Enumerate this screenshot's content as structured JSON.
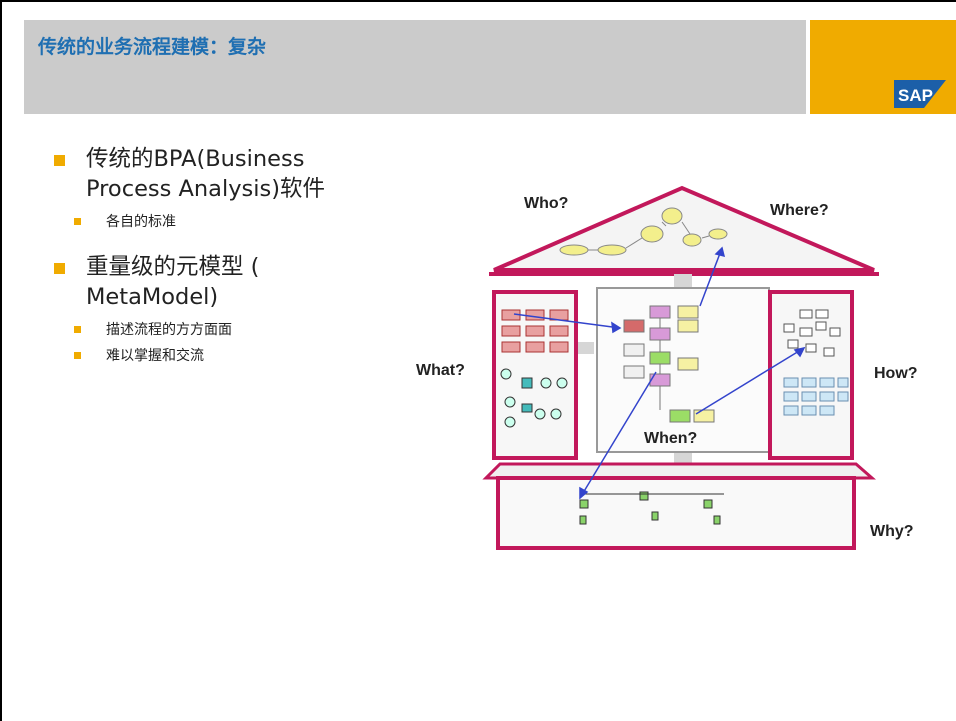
{
  "header": {
    "title": "传统的业务流程建模：复杂",
    "logo_text": "SAP",
    "logo_color": "#f0ab00",
    "title_color": "#1f6fb2"
  },
  "bullets": [
    {
      "text_line1": "传统的BPA(Business",
      "text_line2": "Process Analysis)软件",
      "subitems": [
        "各自的标准"
      ]
    },
    {
      "text_line1": "重量级的元模型 (",
      "text_line2": "MetaModel)",
      "subitems": [
        "描述流程的方方面面",
        "难以掌握和交流"
      ]
    }
  ],
  "diagram": {
    "labels": {
      "who": "Who?",
      "where": "Where?",
      "what": "What?",
      "how": "How?",
      "when": "When?",
      "why": "Why?"
    },
    "frame_color": "#c2185b",
    "arrow_color": "#3344cc"
  }
}
